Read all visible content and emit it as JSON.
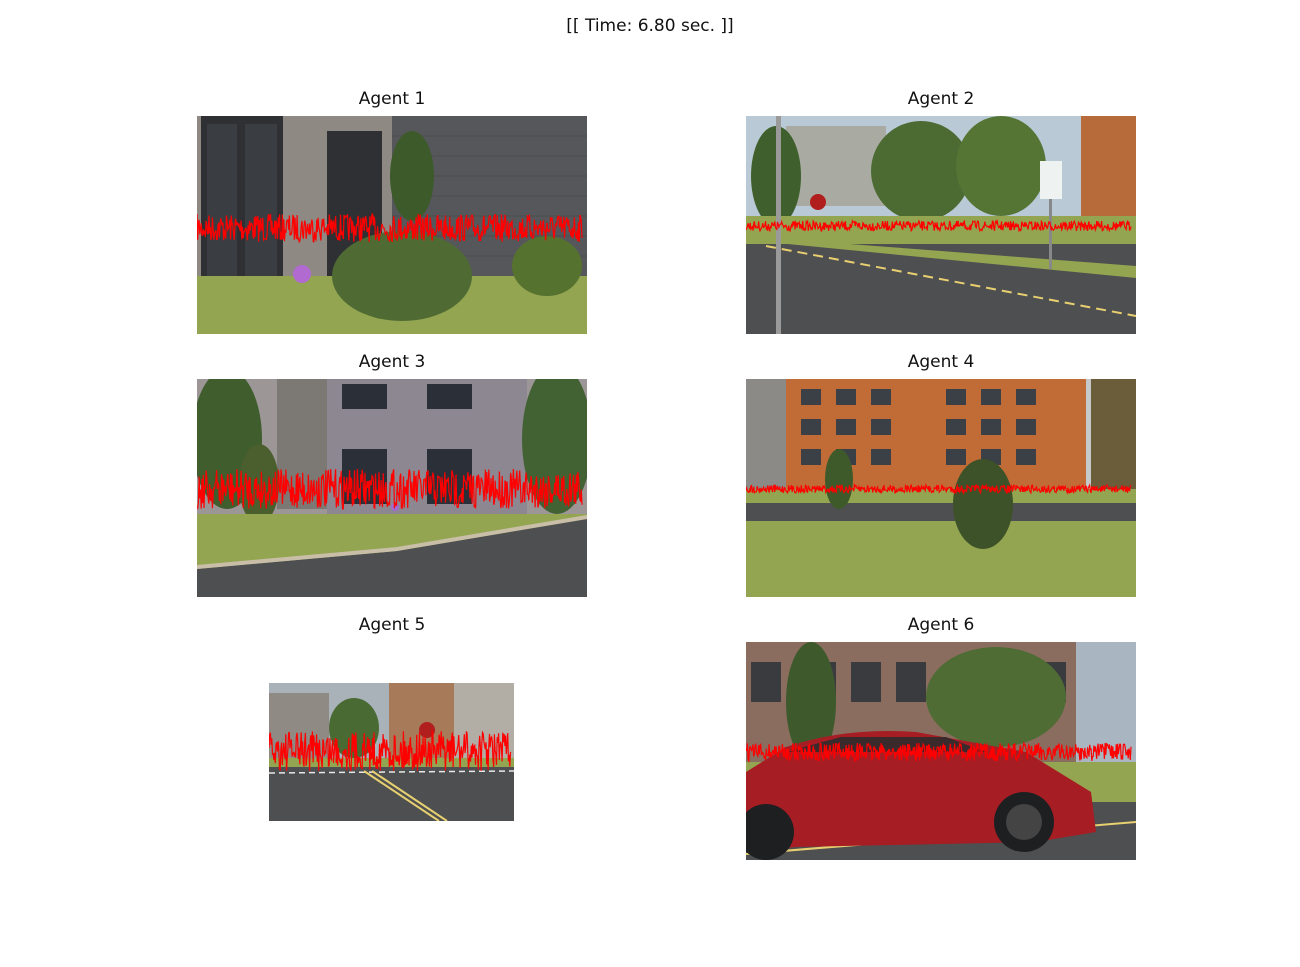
{
  "figure": {
    "suptitle": "[[ Time: 6.80 sec. ]]"
  },
  "colors": {
    "signal": "#ff0000",
    "grass": "#93a551",
    "road": "#4e4f51",
    "sky": "#b9c9d6"
  },
  "panels": [
    {
      "title": "Agent 1"
    },
    {
      "title": "Agent 2"
    },
    {
      "title": "Agent 3"
    },
    {
      "title": "Agent 4"
    },
    {
      "title": "Agent 5"
    },
    {
      "title": "Agent 6"
    }
  ]
}
